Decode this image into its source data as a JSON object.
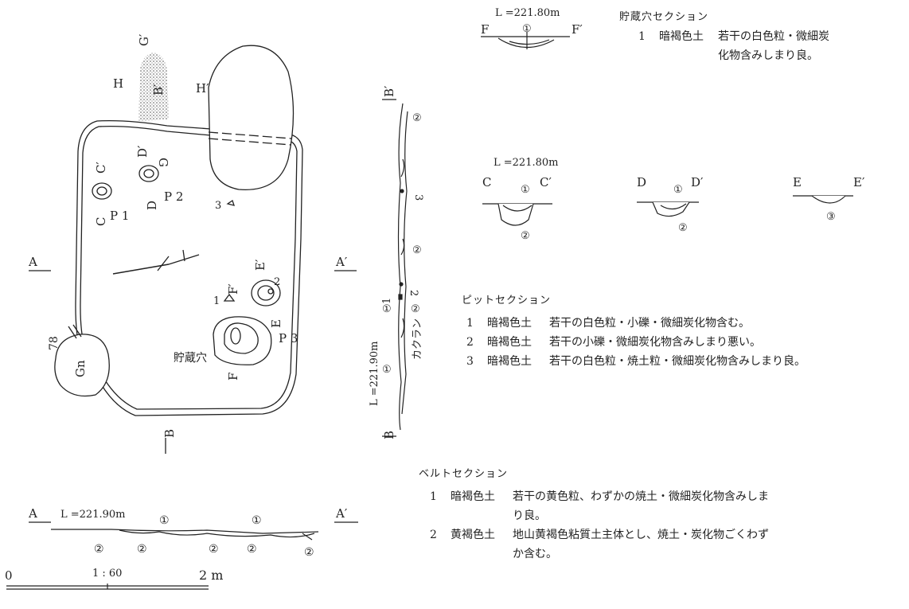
{
  "plan": {
    "labels": {
      "A": "A",
      "A_prime": "A′",
      "B": "B",
      "B_prime": "B′",
      "C": "C",
      "C_prime": "C′",
      "D": "D",
      "D_prime": "D′",
      "E": "E",
      "E_prime": "E′",
      "F": "F",
      "F_prime": "F′",
      "G": "G",
      "G_prime": "G′",
      "H": "H",
      "H_prime": "H′",
      "p1": "P 1",
      "p2": "P 2",
      "p3": "P 3",
      "storage_pit": "貯蔵穴",
      "gn": "Gn",
      "n78": "78",
      "n3": "3",
      "n1": "1",
      "n2": "2"
    }
  },
  "belt_profile": {
    "elevation": "L =221.90m",
    "left": "A",
    "right": "A′",
    "marks": [
      "①",
      "①",
      "②",
      "②",
      "②",
      "②",
      "②"
    ]
  },
  "vertical_profile": {
    "elevation": "L =221.90m",
    "top": "B′",
    "bottom": "B",
    "marks": [
      "②",
      "3",
      "②",
      "2",
      "1",
      "①",
      "②",
      "①"
    ],
    "kakuran": "カクラン"
  },
  "pit_sections": {
    "F": {
      "elevation": "L =221.80m",
      "left": "F",
      "right": "F′",
      "marks": [
        "①"
      ]
    },
    "C": {
      "elevation": "L =221.80m",
      "left": "C",
      "right": "C′",
      "marks": [
        "①",
        "②"
      ]
    },
    "D": {
      "left": "D",
      "right": "D′",
      "marks": [
        "①",
        "②"
      ]
    },
    "E": {
      "left": "E",
      "right": "E′",
      "marks": [
        "③"
      ]
    }
  },
  "scale": {
    "zero": "0",
    "ratio": "1 : 60",
    "end": "2 m"
  },
  "legend_storage": {
    "title": "貯蔵穴セクション",
    "rows": [
      {
        "num": "1",
        "soil": "暗褐色土",
        "desc": "若干の白色粒・微細炭\n化物含みしまり良。"
      }
    ]
  },
  "legend_pit": {
    "title": "ピットセクション",
    "rows": [
      {
        "num": "1",
        "soil": "暗褐色土",
        "desc": "若干の白色粒・小礫・微細炭化物含む。"
      },
      {
        "num": "2",
        "soil": "暗褐色土",
        "desc": "若干の小礫・微細炭化物含みしまり悪い。"
      },
      {
        "num": "3",
        "soil": "暗褐色土",
        "desc": "若干の白色粒・焼土粒・微細炭化物含みしまり良。"
      }
    ]
  },
  "legend_belt": {
    "title": "ベルトセクション",
    "rows": [
      {
        "num": "1",
        "soil": "暗褐色土",
        "desc": "若干の黄色粒、わずかの焼土・微細炭化物含みしま\nり良。"
      },
      {
        "num": "2",
        "soil": "黄褐色土",
        "desc": "地山黄褐色粘質土主体とし、焼土・炭化物ごくわず\nか含む。"
      }
    ]
  }
}
